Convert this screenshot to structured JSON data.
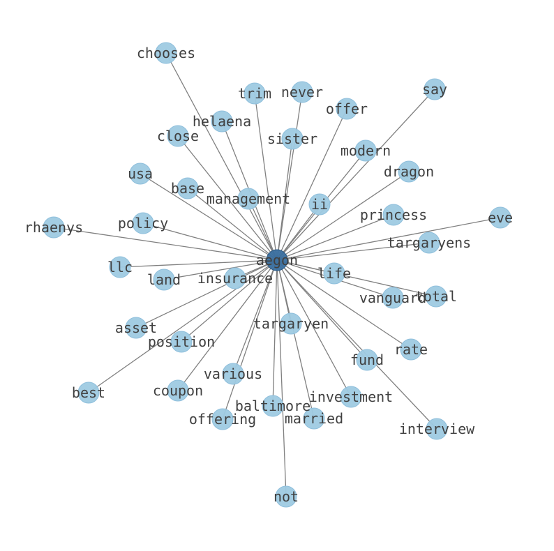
{
  "graph": {
    "center": {
      "id": "aegon",
      "label": "aegon"
    },
    "nodes": [
      {
        "id": "chooses",
        "label": "chooses"
      },
      {
        "id": "trim",
        "label": "trim"
      },
      {
        "id": "never",
        "label": "never"
      },
      {
        "id": "say",
        "label": "say"
      },
      {
        "id": "offer",
        "label": "offer"
      },
      {
        "id": "helaena",
        "label": "helaena"
      },
      {
        "id": "close",
        "label": "close"
      },
      {
        "id": "sister",
        "label": "sister"
      },
      {
        "id": "modern",
        "label": "modern"
      },
      {
        "id": "dragon",
        "label": "dragon"
      },
      {
        "id": "usa",
        "label": "usa"
      },
      {
        "id": "base",
        "label": "base"
      },
      {
        "id": "management",
        "label": "management"
      },
      {
        "id": "ii",
        "label": "ii"
      },
      {
        "id": "princess",
        "label": "princess"
      },
      {
        "id": "eve",
        "label": "eve"
      },
      {
        "id": "rhaenys",
        "label": "rhaenys"
      },
      {
        "id": "policy",
        "label": "policy"
      },
      {
        "id": "targaryens",
        "label": "targaryens"
      },
      {
        "id": "llc",
        "label": "llc"
      },
      {
        "id": "land",
        "label": "land"
      },
      {
        "id": "insurance",
        "label": "insurance"
      },
      {
        "id": "life",
        "label": "life"
      },
      {
        "id": "vanguard",
        "label": "vanguard"
      },
      {
        "id": "total",
        "label": "total"
      },
      {
        "id": "asset",
        "label": "asset"
      },
      {
        "id": "targaryen",
        "label": "targaryen"
      },
      {
        "id": "position",
        "label": "position"
      },
      {
        "id": "rate",
        "label": "rate"
      },
      {
        "id": "fund",
        "label": "fund"
      },
      {
        "id": "best",
        "label": "best"
      },
      {
        "id": "coupon",
        "label": "coupon"
      },
      {
        "id": "various",
        "label": "various"
      },
      {
        "id": "investment",
        "label": "investment"
      },
      {
        "id": "baltimore",
        "label": "baltimore"
      },
      {
        "id": "offering",
        "label": "offering"
      },
      {
        "id": "married",
        "label": "married"
      },
      {
        "id": "interview",
        "label": "interview"
      },
      {
        "id": "not",
        "label": "not"
      }
    ],
    "colors": {
      "node": "#9ecae1",
      "center": "#3a6f9f",
      "edge": "#808080",
      "label": "#404040"
    }
  }
}
